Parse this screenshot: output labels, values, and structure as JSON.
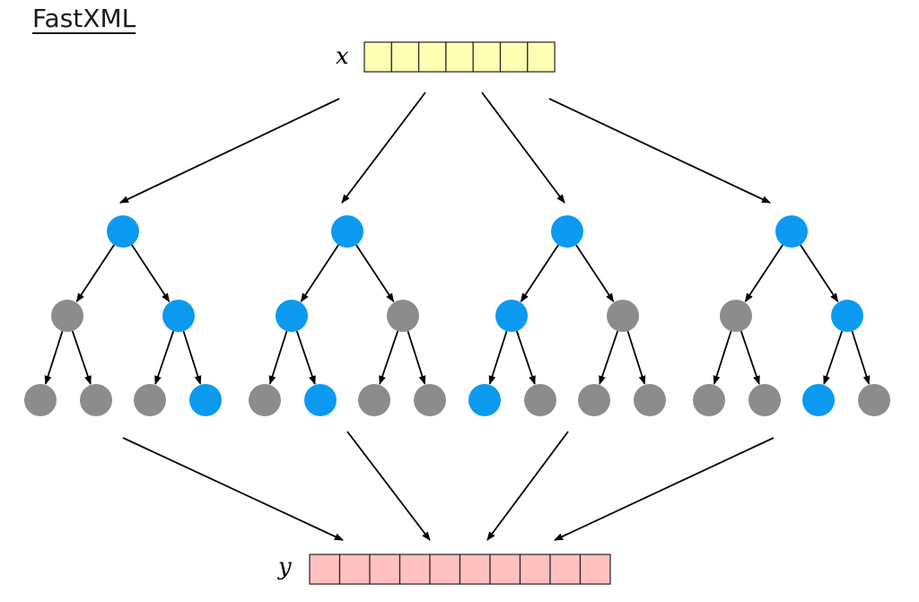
{
  "title": "FastXML",
  "input_vector": {
    "label": "x",
    "cells": 7,
    "fill": "#ffffb3"
  },
  "output_vector": {
    "label": "y",
    "cells": 10,
    "fill": "#ffc0c0"
  },
  "colors": {
    "active": "#0b9af0",
    "inactive": "#8c8c8c",
    "edge": "#000000"
  },
  "trees": [
    {
      "path": "RR"
    },
    {
      "path": "LR"
    },
    {
      "path": "LL"
    },
    {
      "path": "RL"
    }
  ]
}
